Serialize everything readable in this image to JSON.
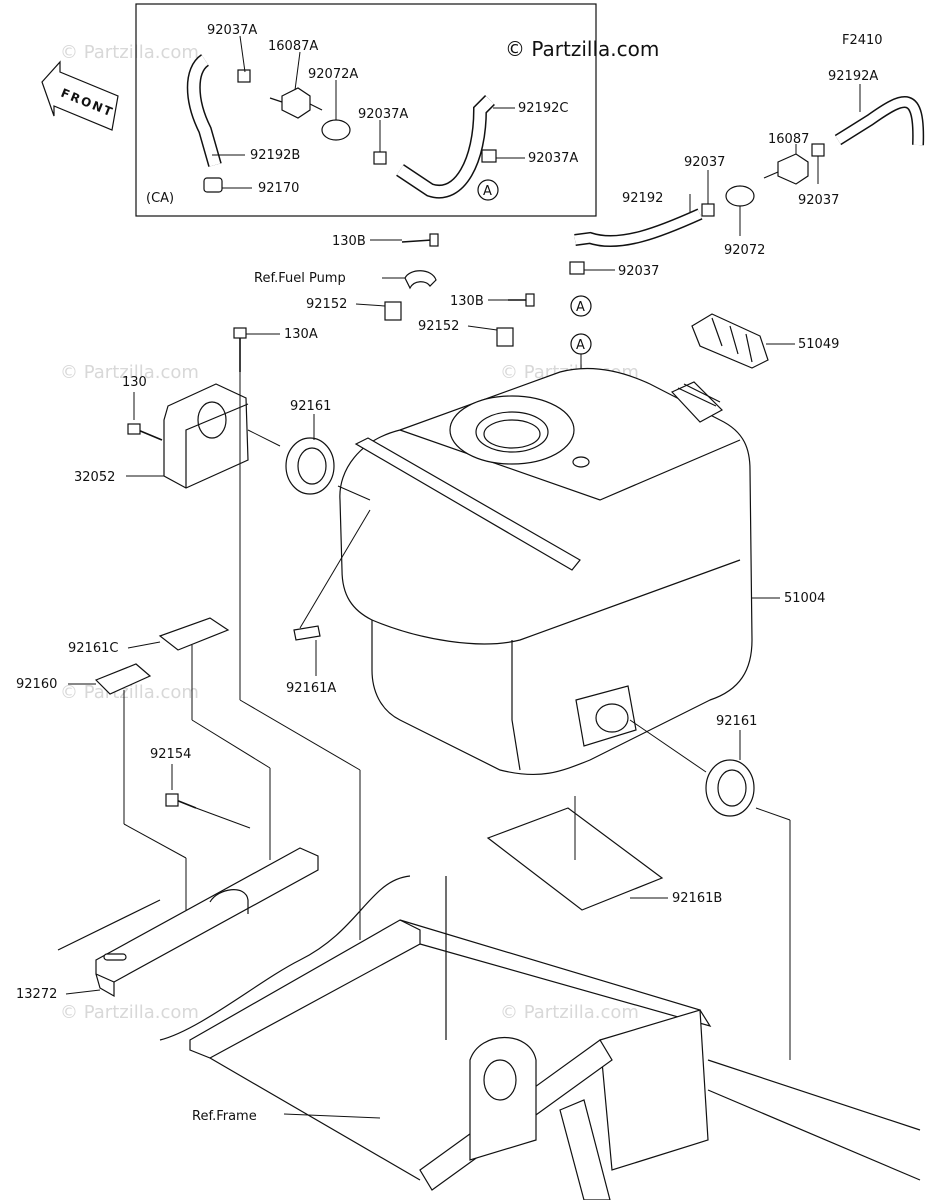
{
  "watermark_main": "© Partzilla.com",
  "watermark_faint": "© Partzilla.com",
  "figure_code": "F2410",
  "front_label": "FRONT",
  "inset_label": "(CA)",
  "ref_a": "A",
  "labels": {
    "p92037A_1": "92037A",
    "p16087A": "16087A",
    "p92072A": "92072A",
    "p92037A_2": "92037A",
    "p92192C": "92192C",
    "p92037A_3": "92037A",
    "p92192B": "92192B",
    "p92170": "92170",
    "p92192A": "92192A",
    "p16087": "16087",
    "p92037_1": "92037",
    "p92037_2": "92037",
    "p92192": "92192",
    "p92072": "92072",
    "p92037_3": "92037",
    "p130B_1": "130B",
    "ref_fuel_pump": "Ref.Fuel Pump",
    "p92152_1": "92152",
    "p130B_2": "130B",
    "p92152_2": "92152",
    "p51049": "51049",
    "p130A": "130A",
    "p130": "130",
    "p92161_1": "92161",
    "p32052": "32052",
    "p51004": "51004",
    "p92161C": "92161C",
    "p92160": "92160",
    "p92161A": "92161A",
    "p92161_2": "92161",
    "p92154": "92154",
    "p92161B": "92161B",
    "p13272": "13272",
    "ref_frame": "Ref.Frame"
  }
}
